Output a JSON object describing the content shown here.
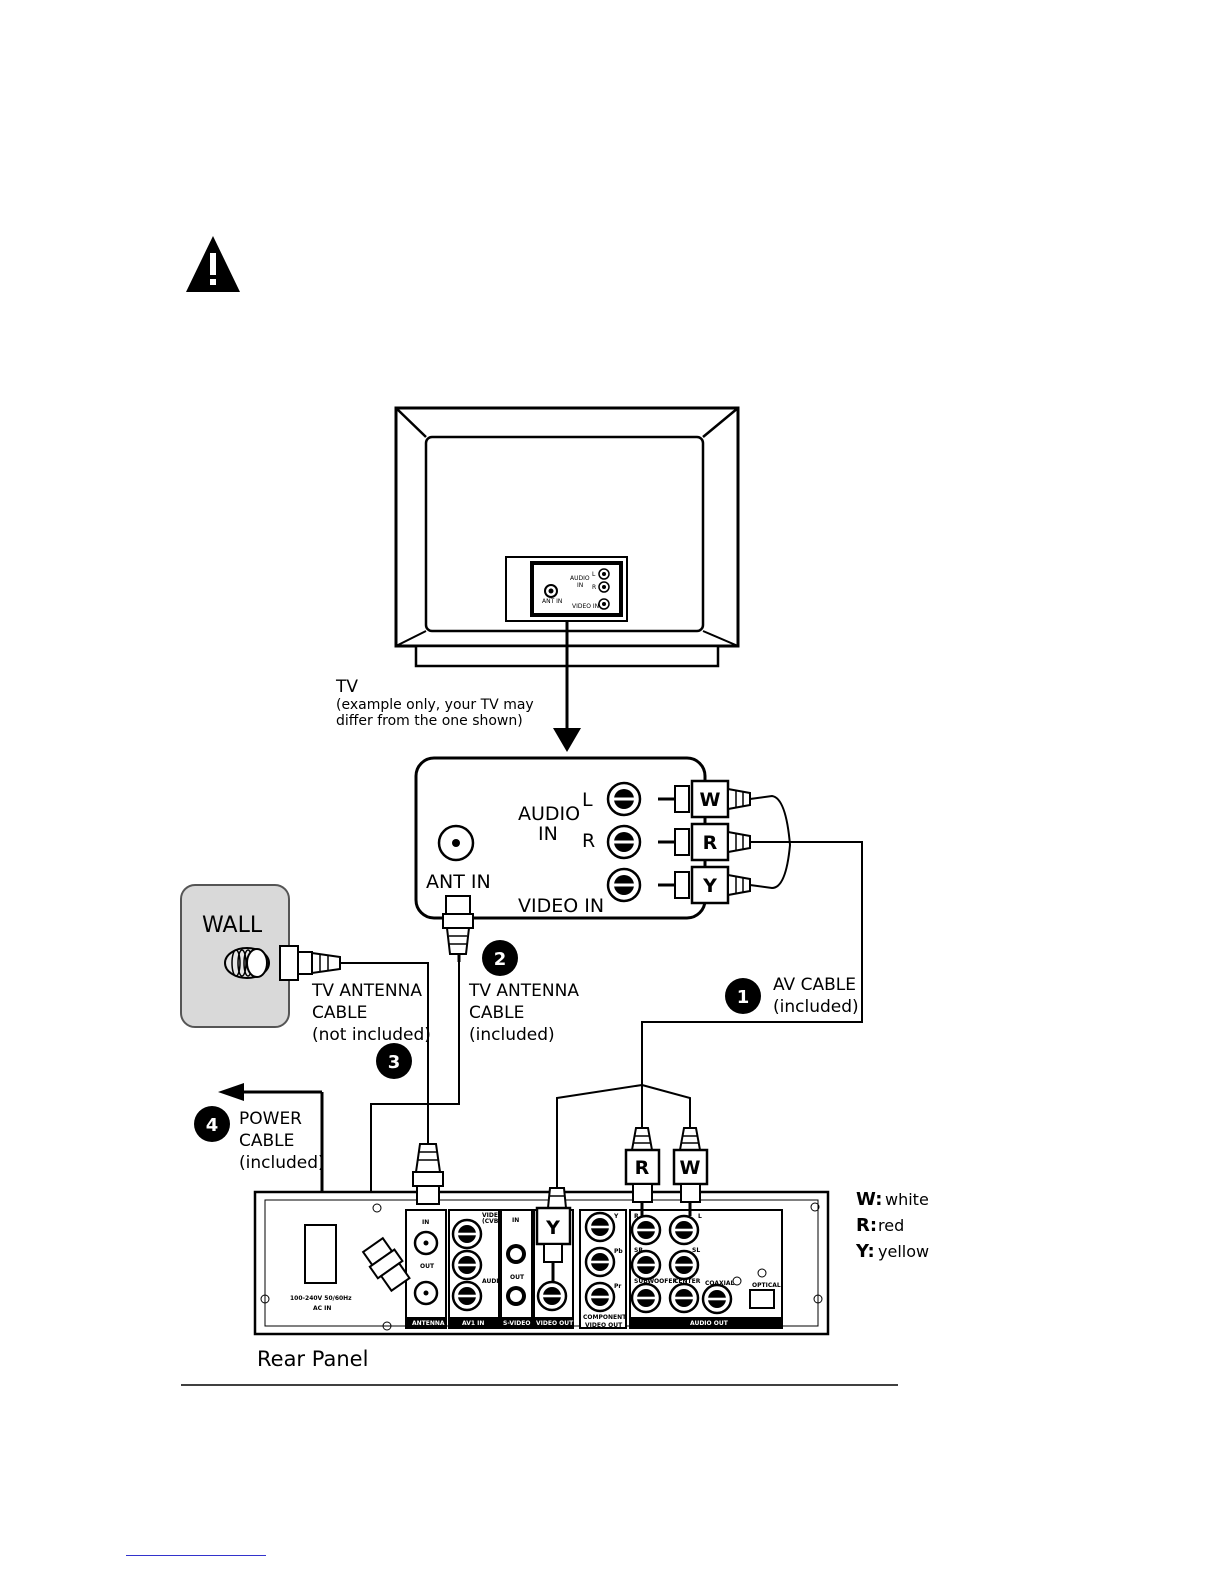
{
  "tv": {
    "panel_labels": {
      "audio_in": [
        "AUDIO",
        "IN"
      ],
      "l": "L",
      "r": "R",
      "ant_in": "ANT IN",
      "video_in": "VIDEO IN"
    },
    "caption": [
      "TV",
      "(example only, your TV may",
      "differ from the one shown)"
    ]
  },
  "tv_jacks": {
    "audio_in": [
      "AUDIO",
      "IN"
    ],
    "l": "L",
    "r": "R",
    "ant_in": "ANT IN",
    "video_in": "VIDEO IN"
  },
  "plugs": {
    "w": "W",
    "r": "R",
    "y": "Y"
  },
  "wall": {
    "label": "WALL"
  },
  "steps": [
    {
      "number": "1",
      "lines": [
        "AV CABLE",
        "(included)"
      ]
    },
    {
      "number": "2",
      "lines": [
        "TV ANTENNA",
        "CABLE",
        "(included)"
      ]
    },
    {
      "number": "3",
      "lines": [
        "TV ANTENNA",
        "CABLE",
        "(not included)"
      ]
    },
    {
      "number": "4",
      "lines": [
        "POWER",
        "CABLE",
        "(included)"
      ]
    }
  ],
  "rear_panel": {
    "title": "Rear Panel",
    "ac_in": [
      "100-240V  50/60Hz",
      "AC IN"
    ],
    "sections": {
      "antenna": "ANTENNA",
      "antenna_in": "IN",
      "antenna_out": "OUT",
      "av1_in": "AV1 IN",
      "video_cvbs": [
        "VIDEO",
        "(CVBS)"
      ],
      "audio": "AUDIO",
      "s_video": "S-VIDEO",
      "s_video_in": "IN",
      "s_video_out": "OUT",
      "video_out": "VIDEO OUT",
      "component": [
        "COMPONENT",
        "VIDEO OUT"
      ],
      "y": "Y",
      "pb": "Pb",
      "pr": "Pr",
      "audio_out": "AUDIO OUT",
      "r": "R",
      "l": "L",
      "sr": "SR",
      "sl": "SL",
      "subwoofer": "SUBWOOFER",
      "center": "CENTER",
      "coaxial": "COAXIAL",
      "optical": "OPTICAL"
    }
  },
  "legend": [
    {
      "key": "W:",
      "value": "white"
    },
    {
      "key": "R:",
      "value": "red"
    },
    {
      "key": "Y:",
      "value": "yellow"
    }
  ]
}
